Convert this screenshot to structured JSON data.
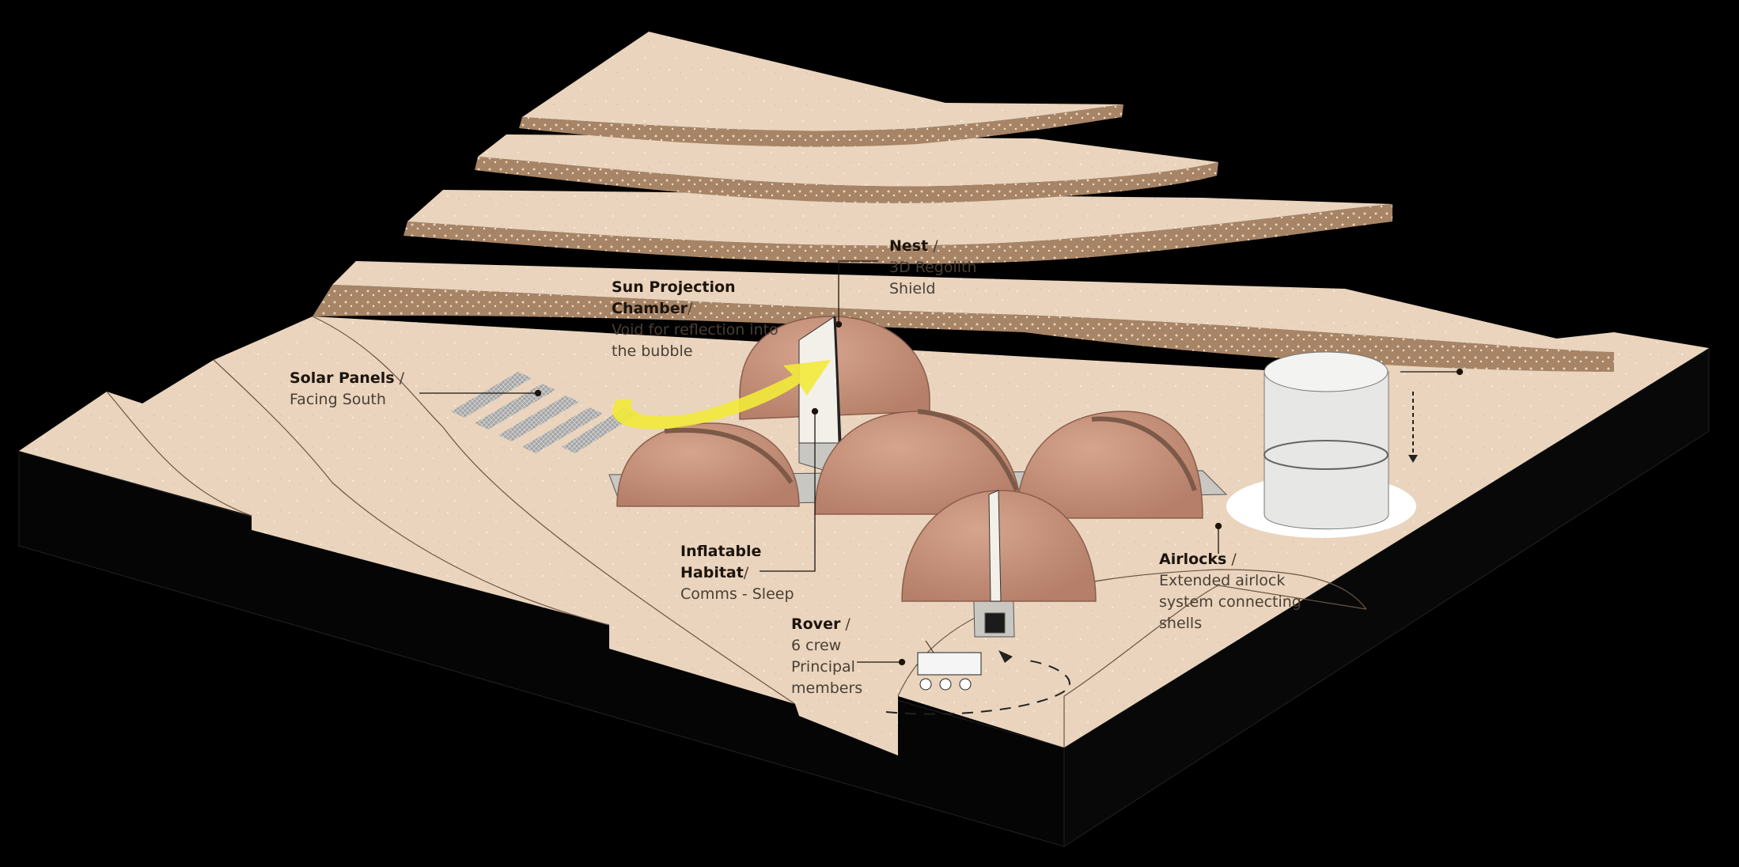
{
  "colors": {
    "background": "#000000",
    "terrain": "#e9d2ba",
    "terrace_edge": "#a78466",
    "dome": "#c9917a",
    "glass_tank": "#e7e7e5",
    "solar_panel": "#9a9a9a",
    "sun_arrow": "#f2ea3a"
  },
  "labels": {
    "nest": {
      "title": "Nest",
      "sep": " /",
      "lines": [
        "3D Regolith",
        "Shield"
      ]
    },
    "sun": {
      "title1": "Sun Projection",
      "title2": "Chamber",
      "sep": "/",
      "lines": [
        "Void for reflection into",
        "the bubble"
      ]
    },
    "solar": {
      "title": "Solar Panels",
      "sep": " /",
      "lines": [
        "Facing South"
      ]
    },
    "habitat": {
      "title1": "Inflatable",
      "title2": "Habitat",
      "sep": "/",
      "lines": [
        "Comms - Sleep"
      ]
    },
    "airlocks": {
      "title": "Airlocks",
      "sep": " /",
      "lines": [
        "Extended airlock",
        "system connecting",
        "shells"
      ]
    },
    "rover": {
      "title": "Rover",
      "sep": " /",
      "lines": [
        "6 crew",
        "Principal",
        "members"
      ]
    }
  }
}
